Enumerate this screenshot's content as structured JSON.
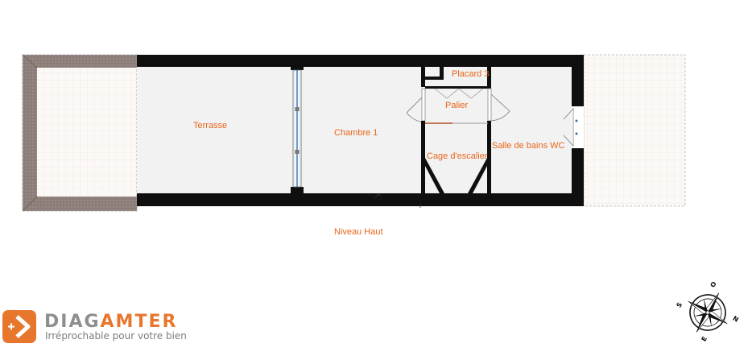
{
  "plan": {
    "level_label": "Niveau Haut",
    "rooms": {
      "terrasse": "Terrasse",
      "chambre": "Chambre 1",
      "placard": "Placard 3",
      "palier": "Palier",
      "cage": "Cage d'escalier",
      "salle_bains": "Salle de bains WC"
    },
    "label_color": "#e8651a"
  },
  "brand": {
    "name_part1": "DIAG",
    "name_part2": "AMTER",
    "tagline": "Irréprochable pour votre bien",
    "accent_color": "#e8772e"
  },
  "compass": {
    "north": "N",
    "south": "S",
    "east": "E",
    "west": "O"
  }
}
